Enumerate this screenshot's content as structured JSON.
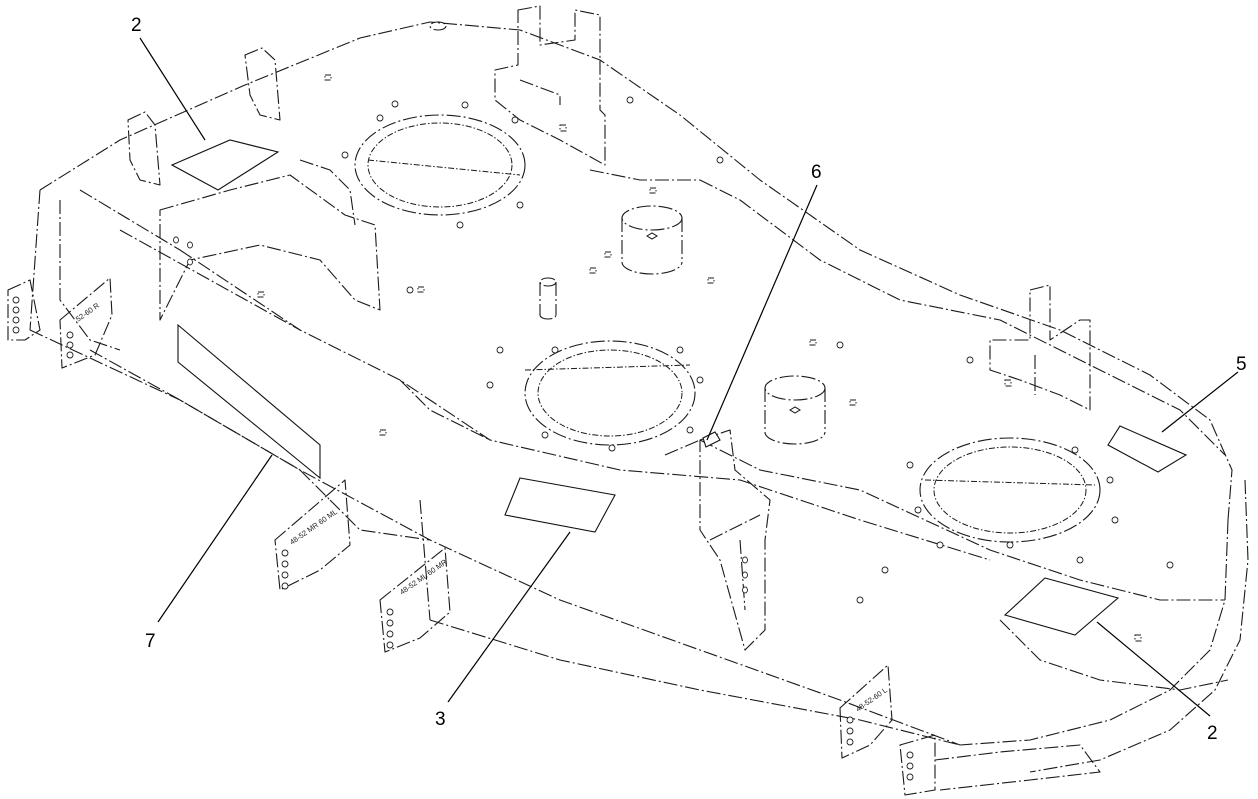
{
  "callouts": [
    {
      "id": "c2a",
      "label": "2"
    },
    {
      "id": "c6",
      "label": "6"
    },
    {
      "id": "c5",
      "label": "5"
    },
    {
      "id": "c7",
      "label": "7"
    },
    {
      "id": "c3",
      "label": "3"
    },
    {
      "id": "c2b",
      "label": "2"
    }
  ],
  "stamps": {
    "bracket_left": "52-60 R",
    "bracket_mid": "48-52 MR 60 ML",
    "bracket_center": "48-52 ML 60 MR",
    "bracket_right": "48-52-60 L"
  }
}
